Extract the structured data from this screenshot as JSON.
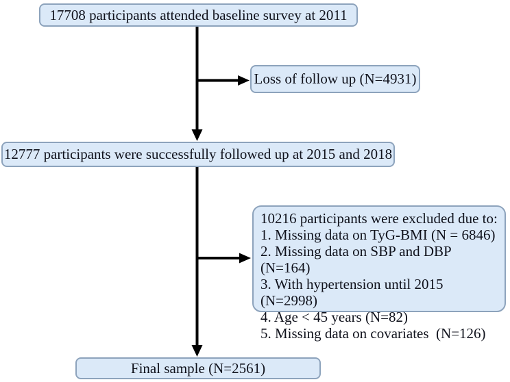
{
  "flowchart": {
    "boxes": {
      "baseline": {
        "text": "17708 participants attended baseline survey at 2011"
      },
      "loss": {
        "text": "Loss of follow up (N=4931)"
      },
      "followed": {
        "text": "12777 participants were successfully followed up at 2015 and 2018"
      },
      "excluded": {
        "title": "10216 participants were excluded due to:",
        "items": [
          "1. Missing data on TyG-BMI (N = 6846)",
          "2. Missing data on SBP and DBP (N=164)",
          "3. With hypertension until 2015 (N=2998)",
          "4. Age < 45 years (N=82)",
          "5. Missing data on covariates  (N=126)"
        ]
      },
      "final": {
        "text": "Final sample (N=2561)"
      }
    },
    "colors": {
      "box_fill": "#dbe9f8",
      "box_border": "#8da3bc",
      "arrow": "#000000",
      "text": "#10121c"
    }
  }
}
